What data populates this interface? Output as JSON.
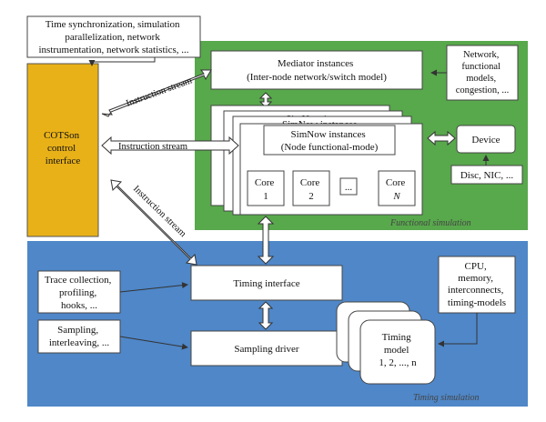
{
  "colors": {
    "functional_bg": "#58a84c",
    "timing_bg": "#4f87c8",
    "cotson_bg": "#e8b118"
  },
  "top_note": {
    "lines": [
      "Time synchronization, simulation",
      "parallelization, network",
      "instrumentation, network statistics, ..."
    ]
  },
  "cotson": {
    "lines": [
      "COTSon",
      "control",
      "interface"
    ]
  },
  "mediator": {
    "lines": [
      "Mediator instances",
      "(Inter-node network/switch model)"
    ]
  },
  "network_note": {
    "lines": [
      "Network,",
      "functional",
      "models,",
      "congestion, ..."
    ]
  },
  "simnow_back_titles": [
    "SimNow instances",
    "SimNow instances"
  ],
  "simnow_front": {
    "lines": [
      "SimNow instances",
      "(Node functional-mode)"
    ]
  },
  "cores": {
    "core1": [
      "Core",
      "1"
    ],
    "core2": [
      "Core",
      "2"
    ],
    "dots": "...",
    "coreN": [
      "Core",
      "N"
    ]
  },
  "device": {
    "label": "Device"
  },
  "device_note": {
    "label": "Disc, NIC, ..."
  },
  "functional_label": "Functional simulation",
  "timing_label": "Timing simulation",
  "streams": {
    "upper": "Instruction stream",
    "middle": "Instruction stream",
    "lower": "Instruction stream"
  },
  "timing_interface": {
    "label": "Timing interface"
  },
  "sampling_driver": {
    "label": "Sampling driver"
  },
  "trace_note": {
    "lines": [
      "Trace collection,",
      "profiling,",
      "hooks, ..."
    ]
  },
  "sampling_note": {
    "lines": [
      "Sampling,",
      "interleaving, ..."
    ]
  },
  "timing_model": {
    "lines": [
      "Timing",
      "model",
      "1, 2, ..., n"
    ]
  },
  "cpu_note": {
    "lines": [
      "CPU,",
      "memory,",
      "interconnects,",
      "timing-models"
    ]
  }
}
